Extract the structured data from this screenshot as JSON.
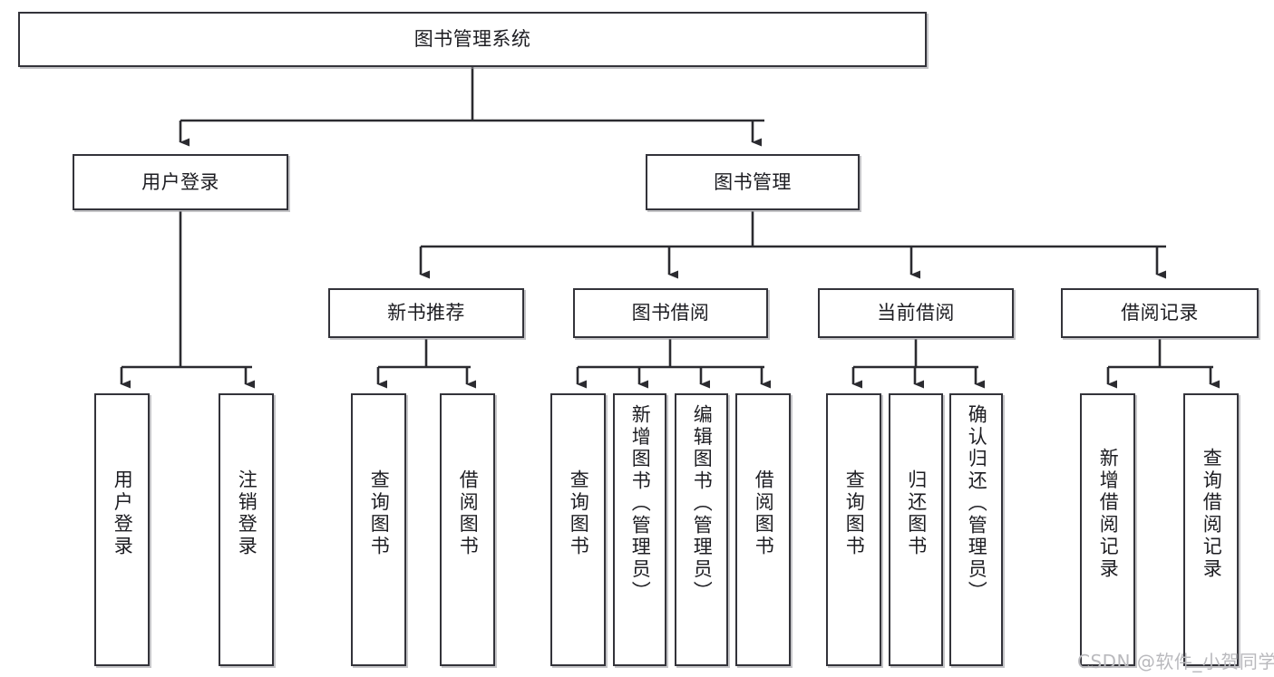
{
  "diagram": {
    "title": "图书管理系统",
    "type": "functional-structure-tree",
    "watermark": "CSDN @软件_小贺同学",
    "levels": {
      "root": {
        "label": "图书管理系统"
      },
      "level2": [
        {
          "id": "user-login",
          "label": "用户登录"
        },
        {
          "id": "book-management",
          "label": "图书管理"
        }
      ],
      "level3": [
        {
          "id": "new-book-recommend",
          "label": "新书推荐",
          "parent": "book-management"
        },
        {
          "id": "book-borrow",
          "label": "图书借阅",
          "parent": "book-management"
        },
        {
          "id": "current-borrow",
          "label": "当前借阅",
          "parent": "book-management"
        },
        {
          "id": "borrow-record",
          "label": "借阅记录",
          "parent": "book-management"
        }
      ],
      "leaves": [
        {
          "id": "leaf-user-login",
          "label": "用户登录",
          "parent": "user-login"
        },
        {
          "id": "leaf-logout-login",
          "label": "注销登录",
          "parent": "user-login"
        },
        {
          "id": "leaf-query-book-1",
          "label": "查询图书",
          "parent": "new-book-recommend"
        },
        {
          "id": "leaf-borrow-book-1",
          "label": "借阅图书",
          "parent": "new-book-recommend"
        },
        {
          "id": "leaf-query-book-2",
          "label": "查询图书",
          "parent": "book-borrow"
        },
        {
          "id": "leaf-add-book",
          "label": "新增图书（管理员）",
          "parent": "book-borrow"
        },
        {
          "id": "leaf-edit-book",
          "label": "编辑图书（管理员）",
          "parent": "book-borrow"
        },
        {
          "id": "leaf-borrow-book-2",
          "label": "借阅图书",
          "parent": "book-borrow"
        },
        {
          "id": "leaf-query-book-3",
          "label": "查询图书",
          "parent": "current-borrow"
        },
        {
          "id": "leaf-return-book",
          "label": "归还图书",
          "parent": "current-borrow"
        },
        {
          "id": "leaf-confirm-return",
          "label": "确认归还（管理员）",
          "parent": "current-borrow"
        },
        {
          "id": "leaf-add-record",
          "label": "新增借阅记录",
          "parent": "borrow-record"
        },
        {
          "id": "leaf-query-record",
          "label": "查询借阅记录",
          "parent": "borrow-record"
        }
      ]
    },
    "colors": {
      "box_border": "#33333a",
      "box_fill": "#ffffff",
      "connector": "#2b2b30",
      "text": "#1d1d22",
      "watermark": "#b9b9bd"
    }
  }
}
